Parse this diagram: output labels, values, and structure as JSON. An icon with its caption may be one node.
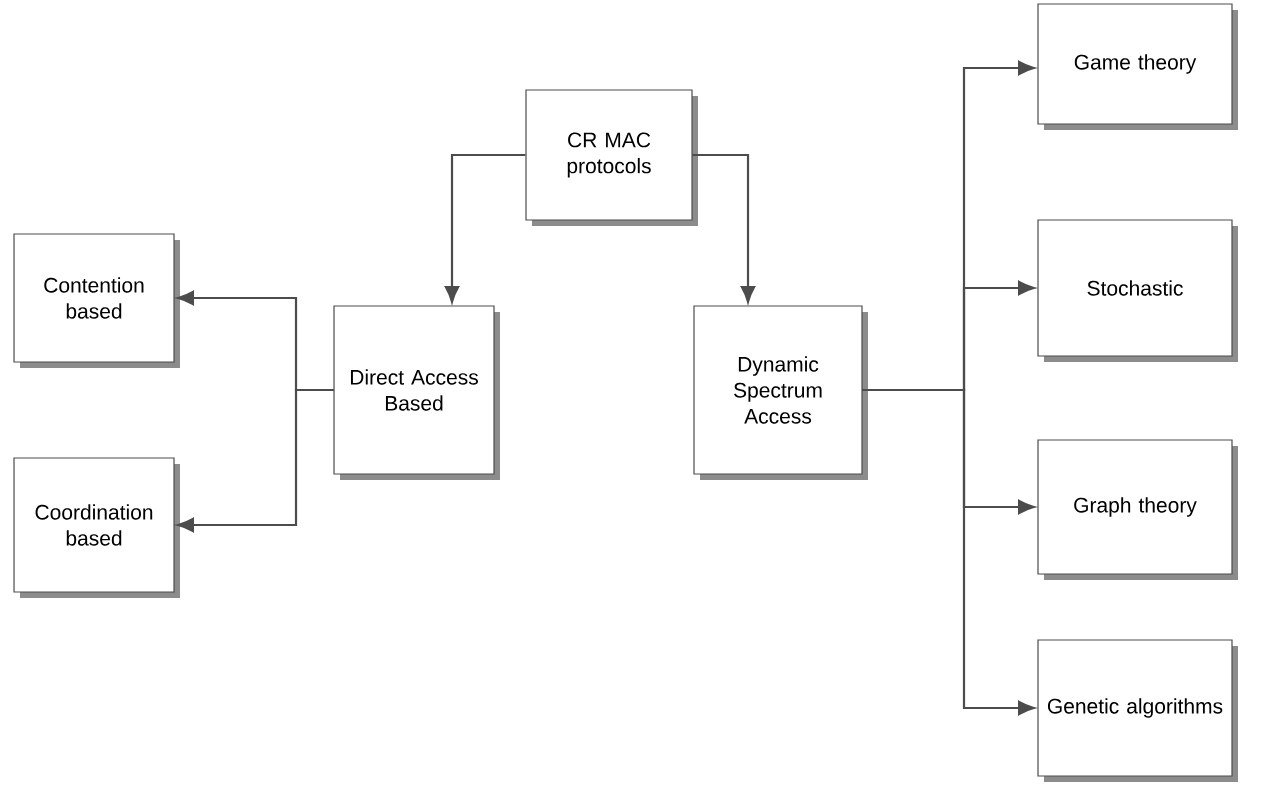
{
  "diagram": {
    "nodes": [
      {
        "text": [
          "CR MAC protocols"
        ]
      },
      {
        "text": [
          "Direct Access Based"
        ]
      },
      {
        "text": [
          "Dynamic Spectrum Access"
        ]
      },
      {
        "text": [
          "Contention based"
        ]
      },
      {
        "text": [
          "Coordination based"
        ]
      },
      {
        "text": [
          "Game theory"
        ]
      },
      {
        "text": [
          "Stochastic"
        ]
      },
      {
        "text": [
          "Graph theory"
        ]
      },
      {
        "text": [
          "Genetic algorithms"
        ]
      }
    ],
    "edges": [
      {
        "from": 0,
        "to": 1,
        "arrow": "to"
      },
      {
        "from": 0,
        "to": 2,
        "arrow": "to"
      },
      {
        "from": 1,
        "to": 3,
        "arrow": "to"
      },
      {
        "from": 1,
        "to": 4,
        "arrow": "to"
      },
      {
        "from": 2,
        "to": 5,
        "arrow": "to"
      },
      {
        "from": 2,
        "to": 6,
        "arrow": "to"
      },
      {
        "from": 2,
        "to": 7,
        "arrow": "to"
      },
      {
        "from": 2,
        "to": 8,
        "arrow": "to"
      }
    ]
  }
}
